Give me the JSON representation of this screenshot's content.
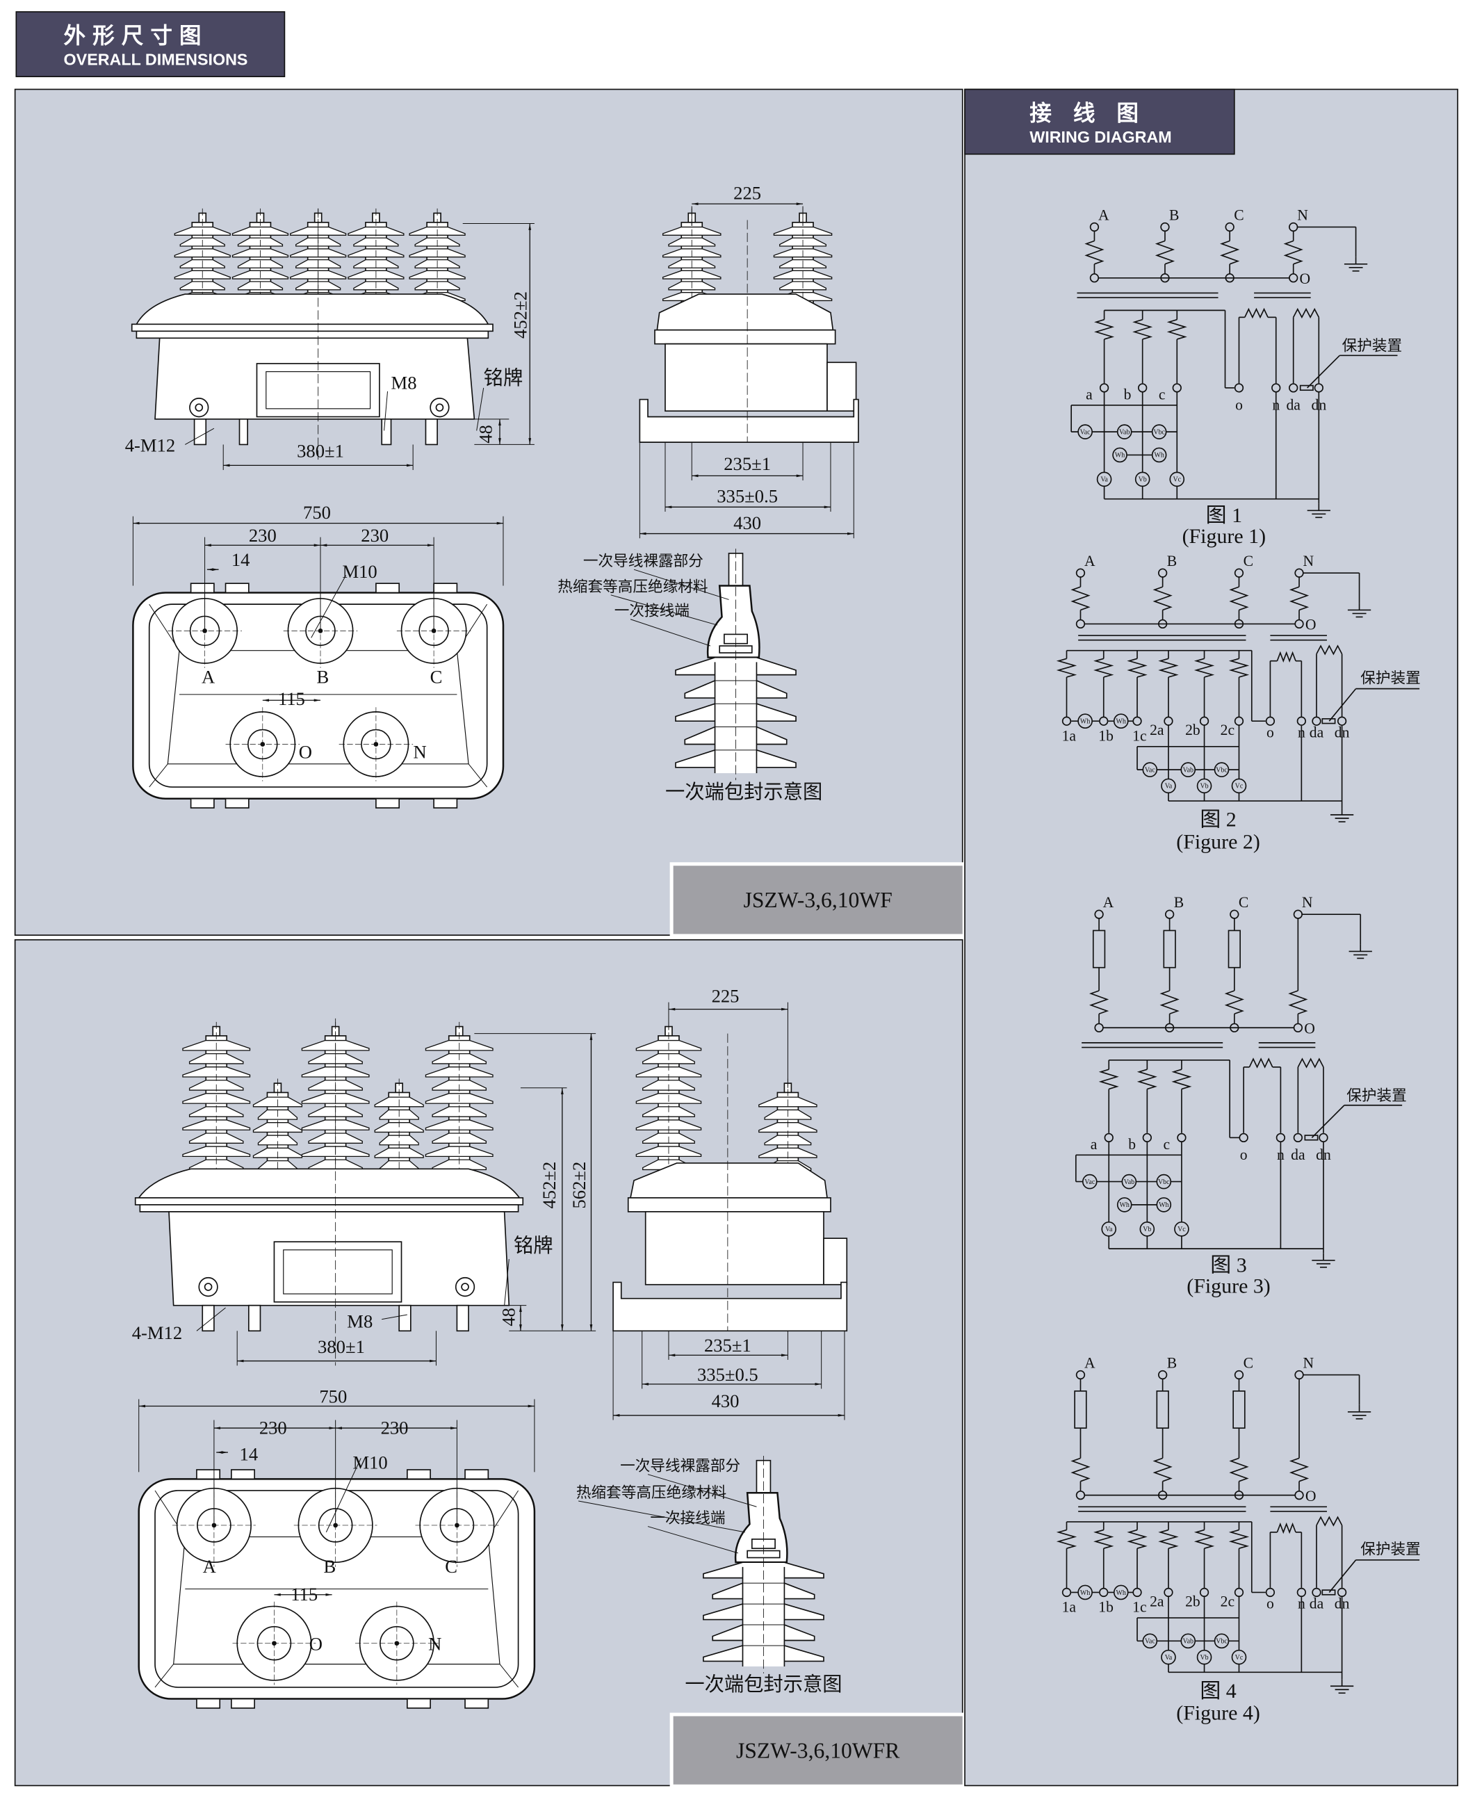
{
  "header": {
    "title_cn": "外形尺寸图",
    "title_en": "OVERALL DIMENSIONS"
  },
  "wiring_header": {
    "title_cn": "接 线 图",
    "title_en": "WIRING DIAGRAM"
  },
  "colors": {
    "header_bg": "#4a4862",
    "panel_bg": "#cbd0db",
    "model_bg": "#a0a0a5",
    "line": "#111111"
  },
  "models": [
    {
      "name": "JSZW-3,6,10WF",
      "front": {
        "height": "452±2",
        "foot": "48",
        "bolt": "M8",
        "nameplate": "铭牌",
        "mount": "4-M12",
        "mount_span": "380±1"
      },
      "side": {
        "insulator_span": "225",
        "inner": "235±1",
        "middle": "335±0.5",
        "outer": "430"
      },
      "top": {
        "length": "750",
        "pitch1": "230",
        "pitch2": "230",
        "offset": "14",
        "thread": "M10",
        "A": "A",
        "B": "B",
        "C": "C",
        "spacing": "115",
        "O": "O",
        "N": "N"
      },
      "detail": {
        "label1": "一次导线裸露部分",
        "label2": "热缩套等高压绝缘材料",
        "label3": "一次接线端",
        "caption": "一次端包封示意图"
      }
    },
    {
      "name": "JSZW-3,6,10WFR",
      "front": {
        "height": "452±2",
        "height_total": "562±2",
        "foot": "48",
        "bolt": "M8",
        "nameplate": "铭牌",
        "mount": "4-M12",
        "mount_span": "380±1"
      },
      "side": {
        "insulator_span": "225",
        "inner": "235±1",
        "middle": "335±0.5",
        "outer": "430"
      },
      "top": {
        "length": "750",
        "pitch1": "230",
        "pitch2": "230",
        "offset": "14",
        "thread": "M10",
        "A": "A",
        "B": "B",
        "C": "C",
        "spacing": "115",
        "O": "O",
        "N": "N"
      },
      "detail": {
        "label1": "一次导线裸露部分",
        "label2": "热缩套等高压绝缘材料",
        "label3": "一次接线端",
        "caption": "一次端包封示意图"
      }
    }
  ],
  "wiring": {
    "primary": [
      "A",
      "B",
      "C",
      "N",
      "O"
    ],
    "secondary3": [
      "a",
      "b",
      "c"
    ],
    "secondary6": [
      "1a",
      "1b",
      "1c",
      "2a",
      "2b",
      "2c"
    ],
    "residual": [
      "o",
      "n",
      "da",
      "dn"
    ],
    "meters": [
      "Vac",
      "Vab",
      "Vbc",
      "Wh",
      "Va",
      "Vb",
      "Vc"
    ],
    "protection": "保护装置",
    "figures": [
      {
        "cn": "图 1",
        "en": "(Figure 1)"
      },
      {
        "cn": "图 2",
        "en": "(Figure 2)"
      },
      {
        "cn": "图 3",
        "en": "(Figure 3)"
      },
      {
        "cn": "图 4",
        "en": "(Figure 4)"
      }
    ]
  }
}
